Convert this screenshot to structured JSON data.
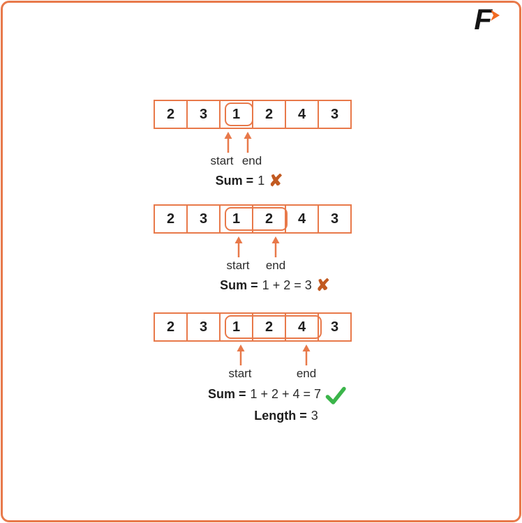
{
  "logo": {
    "letter": "F"
  },
  "icons": {
    "cross": "✘"
  },
  "colors": {
    "border_orange": "#E8794A",
    "cross_orange": "#C25A21",
    "check_green": "#3BB54A",
    "logo_orange": "#F26B21",
    "text_dark": "#1E1E1E"
  },
  "steps": [
    {
      "array": [
        "2",
        "3",
        "1",
        "2",
        "4",
        "3"
      ],
      "start_label": "start",
      "end_label": "end",
      "sum_prefix": "Sum =",
      "sum_expression": "1",
      "result": "cross"
    },
    {
      "array": [
        "2",
        "3",
        "1",
        "2",
        "4",
        "3"
      ],
      "start_label": "start",
      "end_label": "end",
      "sum_prefix": "Sum =",
      "sum_expression": "1 + 2 = 3",
      "result": "cross"
    },
    {
      "array": [
        "2",
        "3",
        "1",
        "2",
        "4",
        "3"
      ],
      "start_label": "start",
      "end_label": "end",
      "sum_prefix": "Sum =",
      "sum_expression": "1 + 2 + 4 = 7",
      "result": "check",
      "length_prefix": "Length =",
      "length_value": "3"
    }
  ]
}
